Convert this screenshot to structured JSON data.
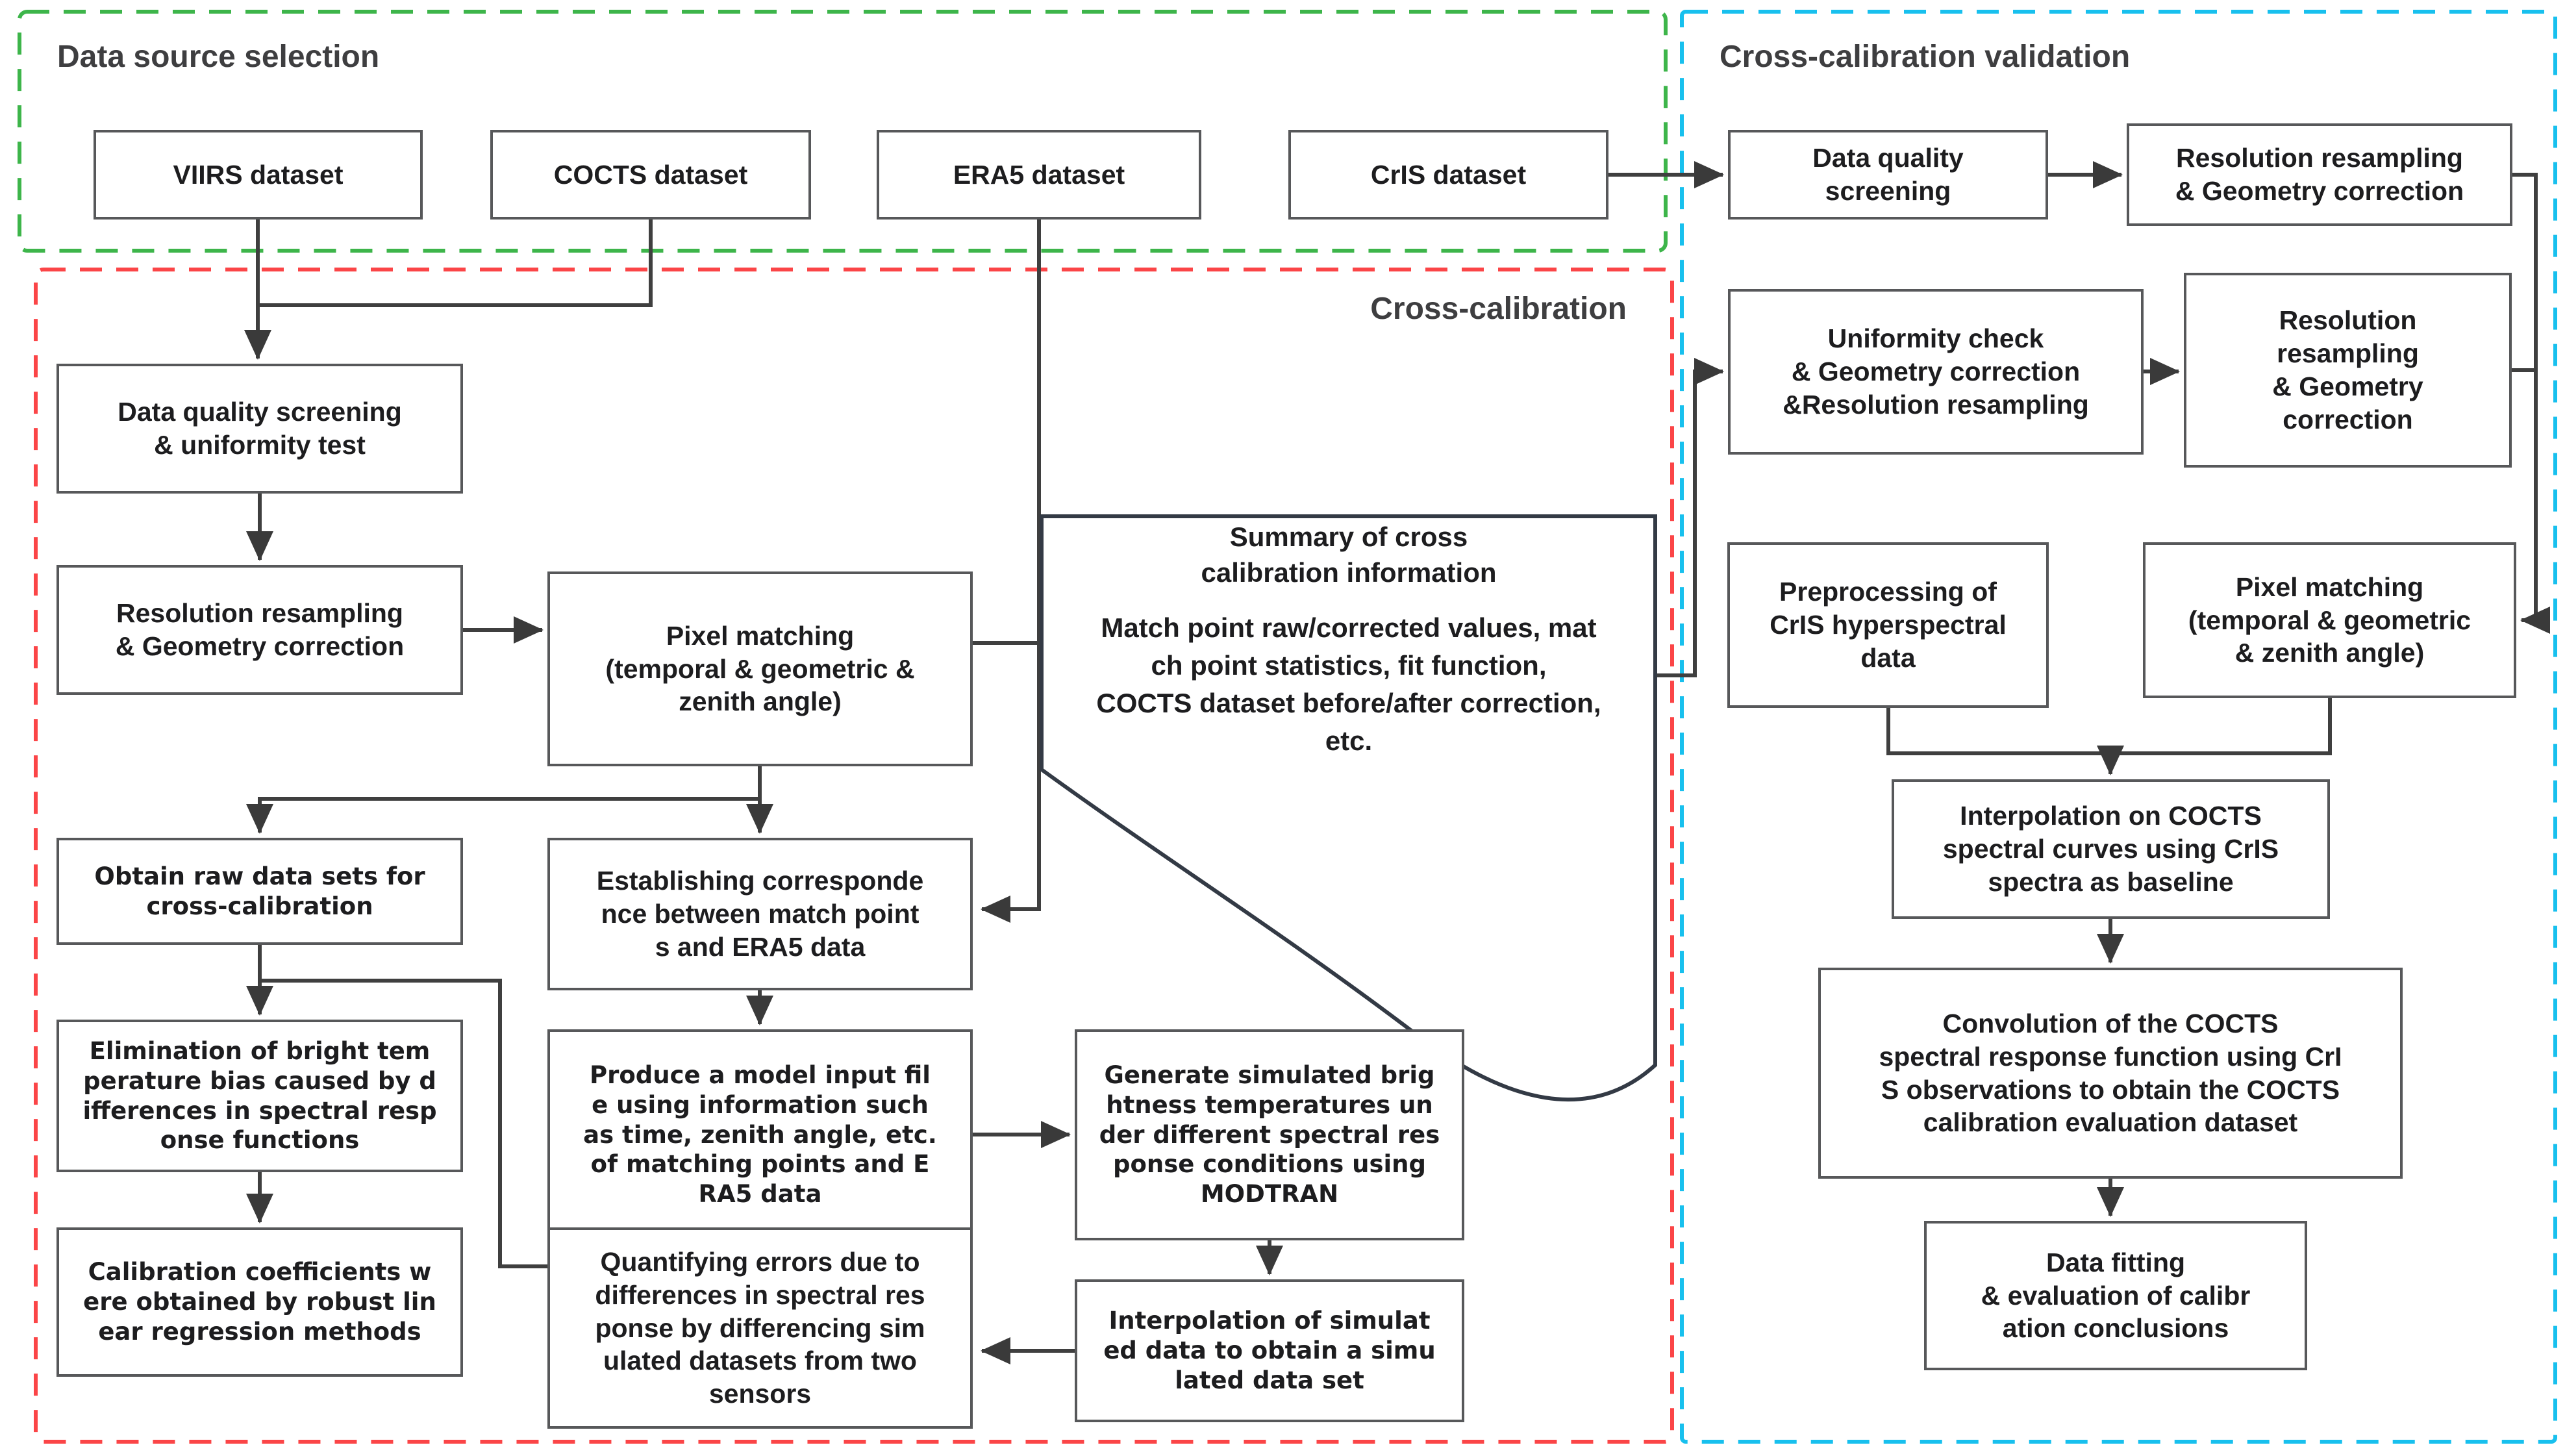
{
  "regions": {
    "data_source": {
      "title": "Data source selection",
      "border_color": "#3db54a"
    },
    "cross_calibration": {
      "title": "Cross-calibration",
      "border_color": "#fb4547"
    },
    "validation": {
      "title": "Cross-calibration validation",
      "border_color": "#18c0ee"
    }
  },
  "line_color": "#3f3f3f",
  "box_border_color": "#57585a",
  "nodes": {
    "viirs": {
      "lines": [
        "VIIRS dataset"
      ]
    },
    "cocts": {
      "lines": [
        "COCTS dataset"
      ]
    },
    "era5": {
      "lines": [
        "ERA5 dataset"
      ]
    },
    "cris": {
      "lines": [
        "CrIS dataset"
      ]
    },
    "dq_uniformity": {
      "lines": [
        "Data quality screening",
        "& uniformity test"
      ]
    },
    "res_geom": {
      "lines": [
        "Resolution resampling",
        "& Geometry correction"
      ]
    },
    "pixel_matching": {
      "lines": [
        "Pixel matching",
        "(temporal & geometric &",
        "zenith angle)"
      ]
    },
    "obtain_raw": {
      "lines": [
        "Obtain raw data sets for",
        "cross-calibration"
      ]
    },
    "establishing": {
      "lines": [
        "Establishing corresponde",
        "nce between match point",
        "s and ERA5 data"
      ]
    },
    "elimination": {
      "lines": [
        "Elimination of bright tem",
        "perature bias caused by d",
        "ifferences in spectral resp",
        "onse functions"
      ]
    },
    "produce_model": {
      "lines": [
        "Produce a model input fil",
        "e using information such",
        "as time, zenith angle, etc.",
        "of matching points and E",
        "RA5 data"
      ]
    },
    "calib_coeff": {
      "lines": [
        "Calibration coefficients w",
        "ere obtained by robust lin",
        "ear regression methods"
      ]
    },
    "quantifying": {
      "lines": [
        "Quantifying errors due to",
        "differences in spectral res",
        "ponse by differencing sim",
        "ulated datasets from two",
        "sensors"
      ]
    },
    "generate_sim": {
      "lines": [
        "Generate simulated brig",
        "htness temperatures un",
        "der different spectral res",
        "ponse conditions using",
        "MODTRAN"
      ]
    },
    "interp_sim": {
      "lines": [
        "Interpolation of simulat",
        "ed data to obtain a simu",
        "lated data set"
      ]
    },
    "v_dq": {
      "lines": [
        "Data quality",
        "screening"
      ]
    },
    "v_resgeo1": {
      "lines": [
        "Resolution resampling",
        "& Geometry correction"
      ]
    },
    "v_uniformity": {
      "lines": [
        "Uniformity check",
        "& Geometry correction",
        "&Resolution resampling"
      ]
    },
    "v_resgeo2": {
      "lines": [
        "Resolution",
        "resampling",
        "& Geometry",
        "correction"
      ]
    },
    "v_preproc": {
      "lines": [
        "Preprocessing of",
        "CrIS hyperspectral",
        "data"
      ]
    },
    "v_pixel": {
      "lines": [
        "Pixel matching",
        "(temporal & geometric",
        "& zenith angle)"
      ]
    },
    "v_interp_cocts": {
      "lines": [
        "Interpolation on COCTS",
        "spectral curves using CrIS",
        "spectra as baseline"
      ]
    },
    "v_convolution": {
      "lines": [
        "Convolution of the COCTS",
        "spectral response function using CrI",
        "S observations to obtain the COCTS",
        "calibration evaluation dataset"
      ]
    },
    "v_fitting": {
      "lines": [
        "Data fitting",
        "& evaluation of calibr",
        "ation conclusions"
      ]
    }
  },
  "scroll": {
    "title_lines": [
      "Summary of cross",
      "calibration information"
    ],
    "body_lines": [
      "Match point raw/corrected values, mat",
      "ch point statistics, fit function,",
      "COCTS dataset before/after correction,",
      "etc."
    ]
  }
}
